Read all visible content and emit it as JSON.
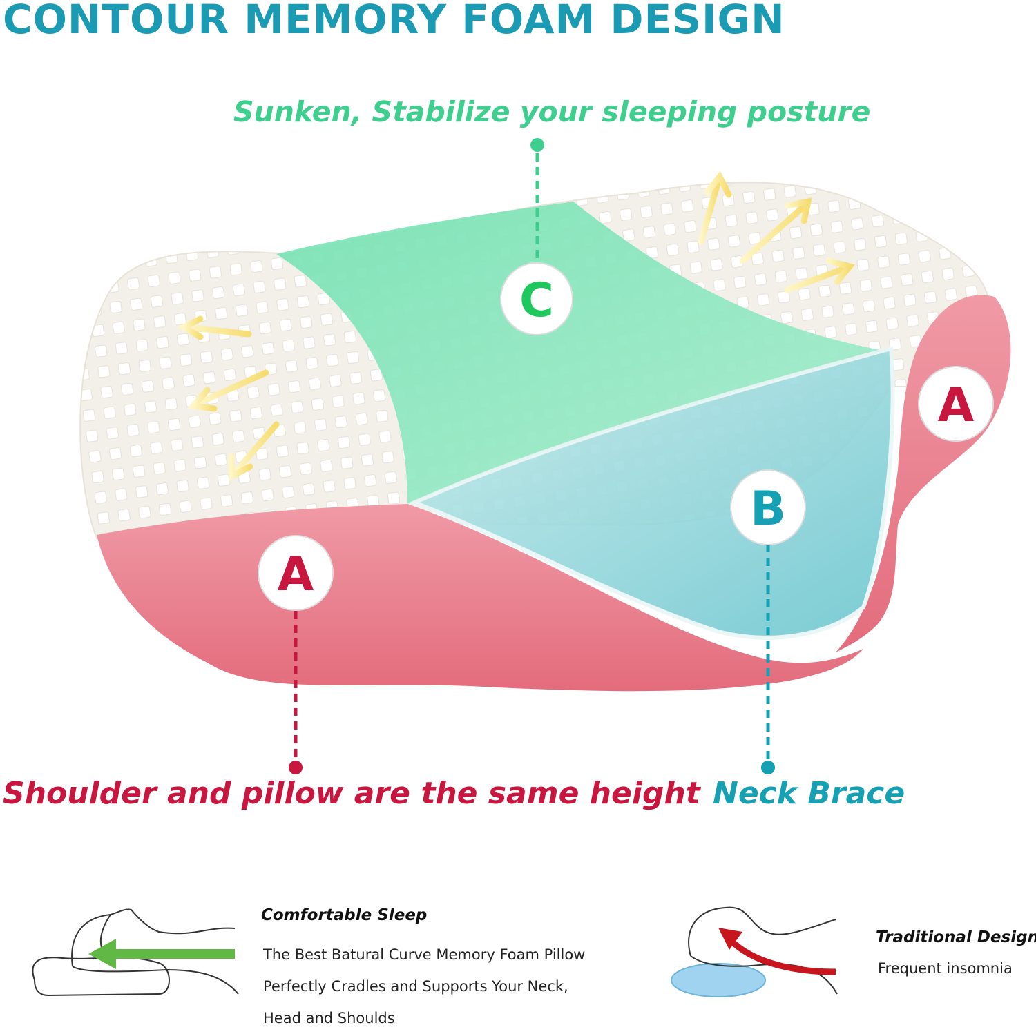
{
  "headline": "CONTOUR MEMORY FOAM DESIGN",
  "callouts": {
    "c_text": "Sunken, Stabilize your sleeping posture",
    "a_text": "Shoulder and pillow are the same height",
    "b_text": "Neck Brace"
  },
  "markers": {
    "c": "C",
    "a_left": "A",
    "a_right": "A",
    "b": "B"
  },
  "comfortable": {
    "title": "Comfortable Sleep",
    "lines": [
      "The Best Batural Curve Memory Foam Pillow",
      "Perfectly Cradles and Supports Your Neck,",
      "Head and Shoulds"
    ]
  },
  "traditional": {
    "title": "Traditional Design",
    "text": "Frequent insomnia"
  },
  "colors": {
    "headline": "#1a9bb3",
    "zone_c": "#3ecf8e",
    "zone_a": "#c8163e",
    "zone_b": "#16a0b4",
    "comfort_arrow": "#5fb944",
    "traditional_arrow": "#c8161e"
  }
}
